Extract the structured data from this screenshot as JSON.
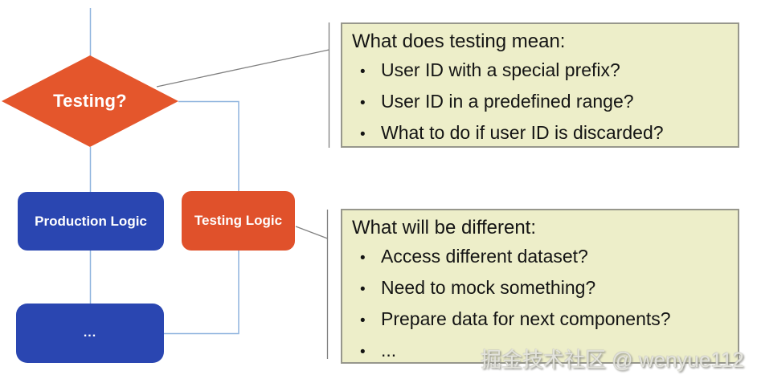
{
  "flowchart": {
    "decision": {
      "label": "Testing?"
    },
    "production": {
      "label": "Production Logic"
    },
    "testing": {
      "label": "Testing Logic"
    },
    "next": {
      "label": "..."
    }
  },
  "callouts": [
    {
      "title": "What does testing mean:",
      "items": [
        "User ID with a special prefix?",
        "User ID in a predefined range?",
        "What to do if user ID is discarded?"
      ]
    },
    {
      "title": "What will be different:",
      "items": [
        "Access different dataset?",
        "Need to mock something?",
        "Prepare data for next components?",
        "..."
      ]
    }
  ],
  "watermark": "掘金技术社区 @ wenyue112",
  "colors": {
    "shape_orange": "#E4562C",
    "shape_blue": "#2A46B1",
    "connector_blue": "#8FB4DE",
    "callout_line": "#7F7F7F",
    "note_background": "#EDEEC9",
    "note_border": "#97978C",
    "note_text": "#141414",
    "label_text": "#FFFFFF"
  }
}
